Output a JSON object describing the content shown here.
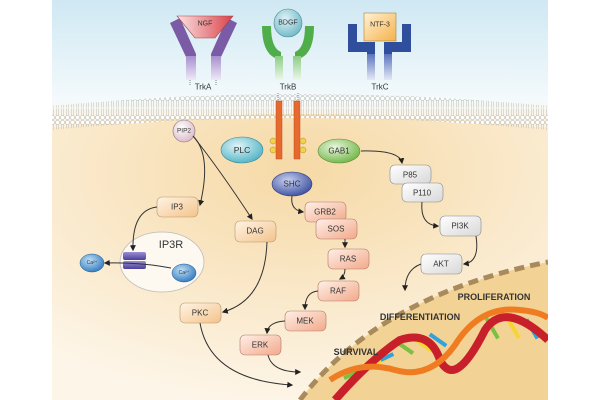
{
  "title": "Trk receptor signaling pathways",
  "ligands": [
    {
      "id": "ngf",
      "label": "NGF",
      "receptor": "TrkA"
    },
    {
      "id": "bdgf",
      "label": "BDGF",
      "receptor": "TrkB"
    },
    {
      "id": "ntf3",
      "label": "NTF-3",
      "receptor": "TrkC"
    }
  ],
  "receptors": {
    "trka": "TrkA",
    "trkb": "TrkB",
    "trkc": "TrkC",
    "phospho": "P"
  },
  "nodes": {
    "pip2": "PIP2",
    "plc": "PLC",
    "gab1": "GAB1",
    "shc": "SHC",
    "ip3": "IP3",
    "dag": "DAG",
    "ip3r": "IP3R",
    "ca_out": "Ca²⁺",
    "ca_in": "Ca²⁺",
    "pkc": "PKC",
    "grb2": "GRB2",
    "sos": "SOS",
    "ras": "RAS",
    "raf": "RAF",
    "mek": "MEK",
    "erk": "ERK",
    "p85": "P85",
    "p110": "P110",
    "pi3k": "PI3K",
    "akt": "AKT"
  },
  "outcomes": {
    "proliferation": "PROLIFERATION",
    "differentiation": "DIFFERENTIATION",
    "survival": "SURVIVAL"
  },
  "colors": {
    "extracellular_top": "#cfe8f3",
    "cytoplasm": "#f6d9a6",
    "nucleus": "#f3d296",
    "nuclear_envelope": "#a88a5c",
    "trka": "#7b5aa6",
    "trkb": "#4fae4a",
    "trkc": "#2f4f9c",
    "trkb_intracellular": "#e8692e",
    "ngf": "#d9534f",
    "bdgf": "#7cc3cf",
    "ntf3": "#f5b24a",
    "plc": "#5bb8c9",
    "gab1": "#78b84e",
    "shc": "#3e53a0",
    "mapk_box": "#f4b89a",
    "pi3k_box": "#e2e2e2",
    "plc_box": "#f6cfa0",
    "dna_backbone_1": "#c8202a",
    "dna_backbone_2": "#f07c22"
  }
}
